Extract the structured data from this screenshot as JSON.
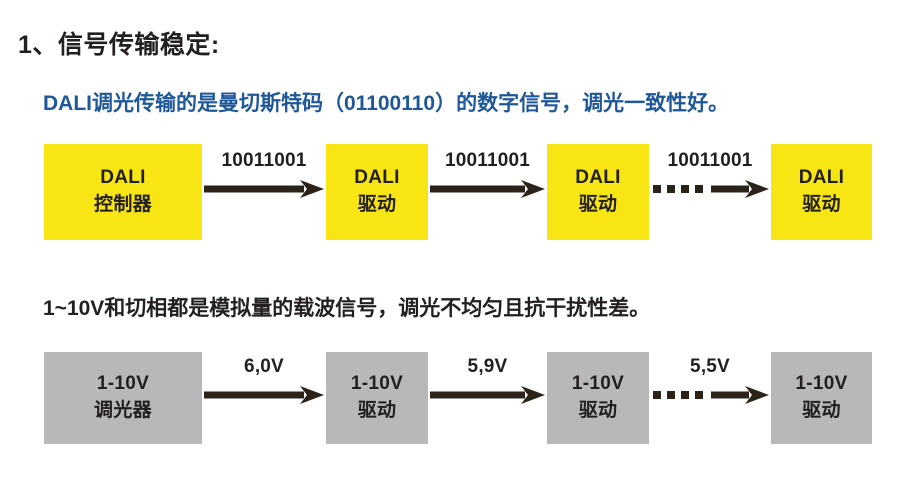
{
  "slide": {
    "background_color": "#ffffff",
    "heading": "1、信号传输稳定:",
    "blue_text_color": "#1f5899",
    "yellow_box_color": "#F7E614",
    "gray_box_color": "#b8b8b8",
    "arrow_color": "#2b2218"
  },
  "section_dali": {
    "subtitle": "DALI调光传输的是曼切斯特码（01100110）的数字信号，调光一致性好。",
    "nodes": [
      {
        "line1": "DALI",
        "line2": "控制器"
      },
      {
        "line1": "DALI",
        "line2": "驱动"
      },
      {
        "line1": "DALI",
        "line2": "驱动"
      },
      {
        "line1": "DALI",
        "line2": "驱动"
      }
    ],
    "connectors": [
      {
        "label": "10011001",
        "style": "solid"
      },
      {
        "label": "10011001",
        "style": "solid"
      },
      {
        "label": "10011001",
        "style": "dashed"
      }
    ]
  },
  "section_analog": {
    "subtitle": "1~10V和切相都是模拟量的载波信号，调光不均匀且抗干扰性差。",
    "nodes": [
      {
        "line1": "1-10V",
        "line2": "调光器"
      },
      {
        "line1": "1-10V",
        "line2": "驱动"
      },
      {
        "line1": "1-10V",
        "line2": "驱动"
      },
      {
        "line1": "1-10V",
        "line2": "驱动"
      }
    ],
    "connectors": [
      {
        "label": "6,0V",
        "style": "solid"
      },
      {
        "label": "5,9V",
        "style": "solid"
      },
      {
        "label": "5,5V",
        "style": "dashed"
      }
    ]
  }
}
